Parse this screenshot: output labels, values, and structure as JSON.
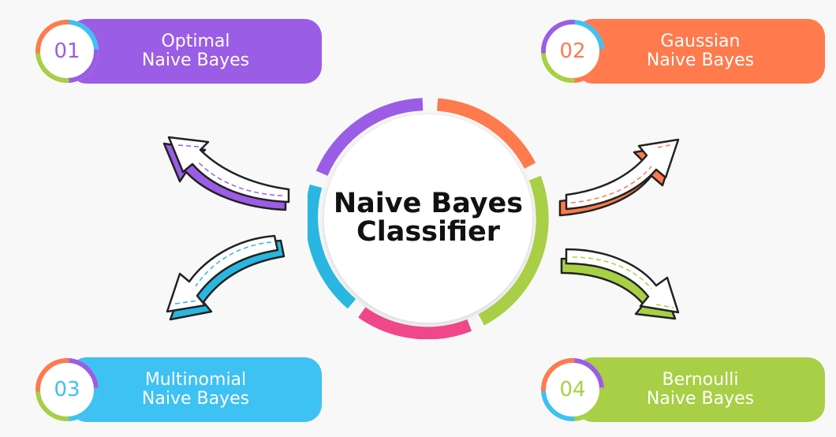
{
  "center": {
    "line1": "Naive Bayes",
    "line2": "Classifier"
  },
  "types": [
    {
      "number": "01",
      "line1": "Optimal",
      "line2": "Naive Bayes",
      "color": "#9b5de5"
    },
    {
      "number": "02",
      "line1": "Gaussian",
      "line2": "Naive Bayes",
      "color": "#ff7a4d"
    },
    {
      "number": "03",
      "line1": "Multinomial",
      "line2": "Naive Bayes",
      "color": "#3ec1f3"
    },
    {
      "number": "04",
      "line1": "Bernoulli",
      "line2": "Naive Bayes",
      "color": "#a8cf45"
    }
  ],
  "ring_colors": {
    "purple": "#9b5de5",
    "orange": "#ff7a4d",
    "green": "#a8cf45",
    "pink": "#f0468a",
    "blue": "#29b6e0"
  }
}
